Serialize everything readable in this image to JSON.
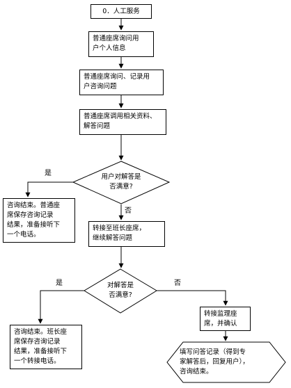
{
  "nodes": {
    "start": "0．人工服务",
    "n1": "普通座席询问用\n户个人信息",
    "n2": "普通座席询问、记录用\n户咨询问题",
    "n3": "普通座席调用相关资料、\n解答问题",
    "d1": "用户对解答是\n否满意?",
    "n4": "咨询结束。普通座\n席保存咨询记录\n结果，准备接听下\n一个电话。",
    "n5": "转接至班长座席，\n继续解答问题",
    "d2": "对解答是\n否满意?",
    "n6": "咨询结束。班长座\n席保存咨询记录\n结果，准备接听下\n一个转接电话。",
    "n7": "转接监理座\n席，并确认",
    "n8": "填写问答记录（得到专\n家解答后，回复用户），\n咨询结束。"
  },
  "labels": {
    "d1_yes": "是",
    "d1_no": "否",
    "d2_yes": "是",
    "d2_no": "否"
  }
}
